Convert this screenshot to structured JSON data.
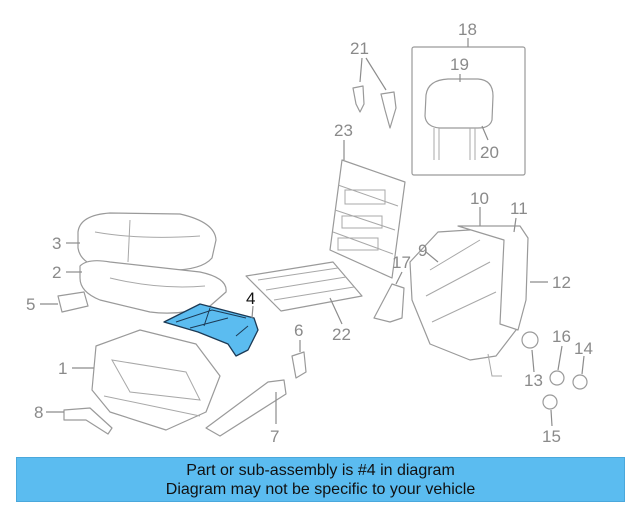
{
  "callouts": {
    "c1": "1",
    "c2": "2",
    "c3": "3",
    "c4": "4",
    "c5": "5",
    "c6": "6",
    "c7": "7",
    "c8": "8",
    "c9": "9",
    "c10": "10",
    "c11": "11",
    "c12": "12",
    "c13": "13",
    "c14": "14",
    "c15": "15",
    "c16": "16",
    "c17": "17",
    "c18": "18",
    "c19": "19",
    "c20": "20",
    "c21": "21",
    "c22": "22",
    "c23": "23"
  },
  "highlight_part": "4",
  "colors": {
    "highlight": "#5bbcf0",
    "banner": "#5bbcf0",
    "line": "#9a9a9a"
  },
  "banner": {
    "line1": "Part or sub-assembly is #4 in diagram",
    "line2": "Diagram may not be specific to your vehicle"
  }
}
